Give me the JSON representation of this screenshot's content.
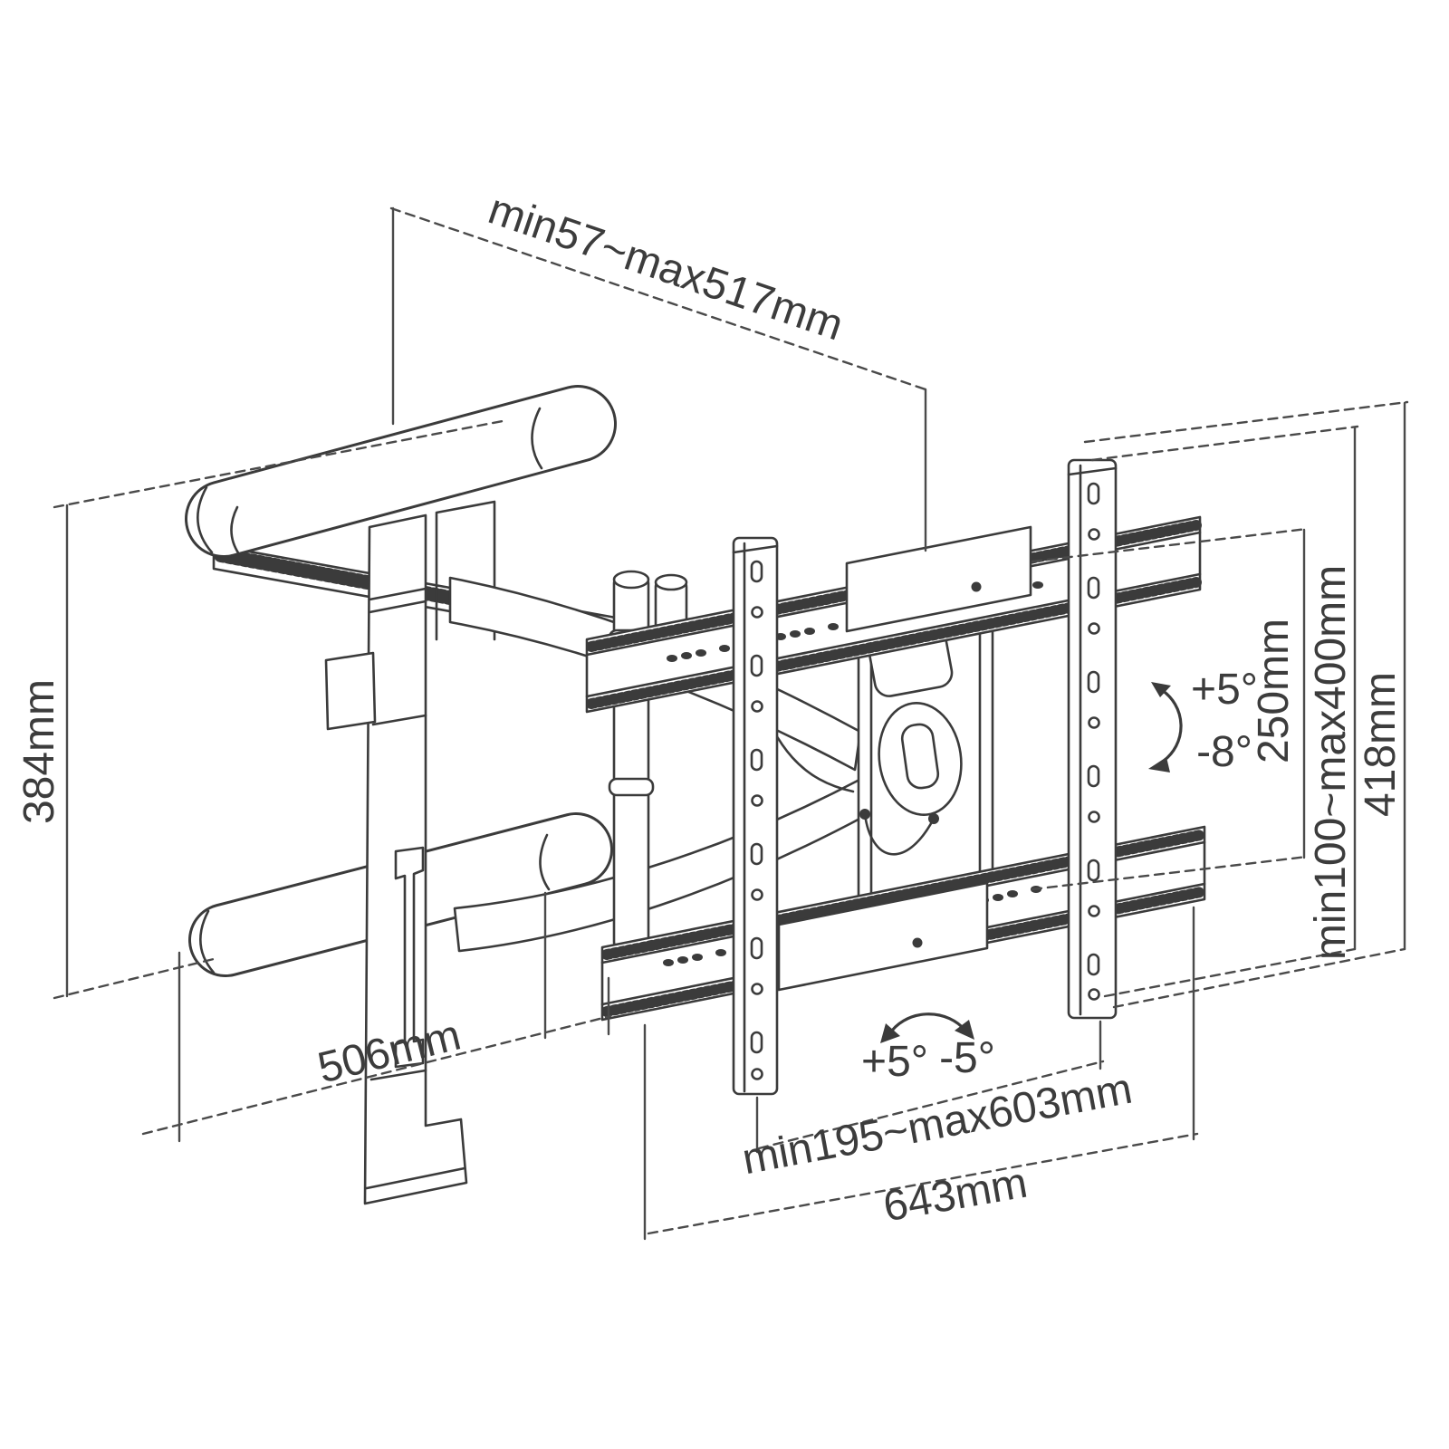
{
  "diagram": {
    "type": "technical-dimension-drawing",
    "subject": "full-motion articulating TV wall mount",
    "background_color": "#ffffff",
    "line_color": "#3b3b3b",
    "dimension_line_color": "#4a4a4a",
    "text_color": "#3c3c3c"
  },
  "labels": {
    "extension_range": "min57~max517mm",
    "arm_height": "384mm",
    "arm_depth": "506mm",
    "plate_height": "250mm",
    "vesa_range": "min100~max400mm",
    "bracket_height": "418mm",
    "tilt_up": "+5°",
    "tilt_down": "-8°",
    "swivel_left": "+5°",
    "swivel_right": "-5°",
    "rail_hole_range": "min195~max603mm",
    "rail_width": "643mm"
  }
}
